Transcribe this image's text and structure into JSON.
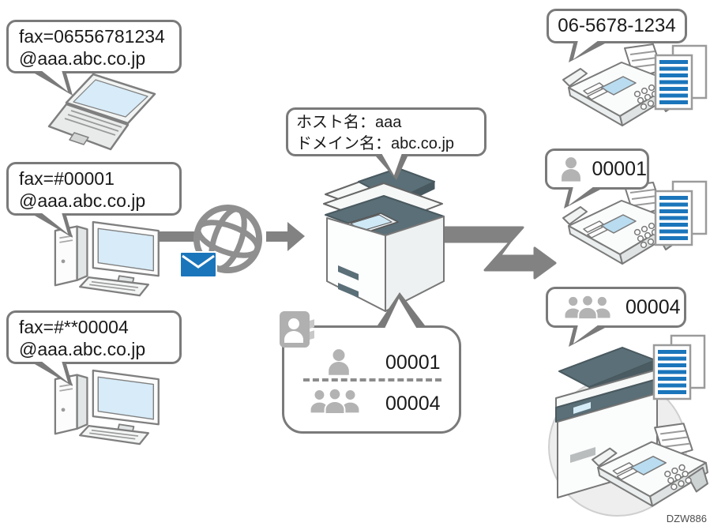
{
  "figure": {
    "code": "DZW886"
  },
  "colors": {
    "accent_blue": "#1b75bb",
    "device_slate": "#5a6f77",
    "outline_gray": "#7a7a7a",
    "arrow_gray": "#828282",
    "icon_gray": "#b3b3b3",
    "screen_blue": "#d7ebf8"
  },
  "senders": [
    {
      "device": "laptop",
      "address_line1": "fax=06556781234",
      "address_line2": "@aaa.abc.co.jp"
    },
    {
      "device": "desktop-computer",
      "address_line1": "fax=#00001",
      "address_line2": "@aaa.abc.co.jp"
    },
    {
      "device": "desktop-computer",
      "address_line1": "fax=#**00004",
      "address_line2": "@aaa.abc.co.jp"
    }
  ],
  "network": {
    "transport": "email-over-internet"
  },
  "mfp": {
    "host_name_line": "ホスト名：aaa",
    "domain_name_line": "ドメイン名：abc.co.jp",
    "address_book": {
      "entries": [
        {
          "type": "person",
          "number": "00001"
        },
        {
          "type": "group",
          "number": "00004"
        }
      ]
    }
  },
  "receivers": [
    {
      "type": "fax-number",
      "label": "06-5678-1234",
      "device": "fax-machine"
    },
    {
      "type": "person",
      "label": "00001",
      "device": "fax-machine"
    },
    {
      "type": "group",
      "label": "00004",
      "device": "mfp-with-fax"
    }
  ]
}
